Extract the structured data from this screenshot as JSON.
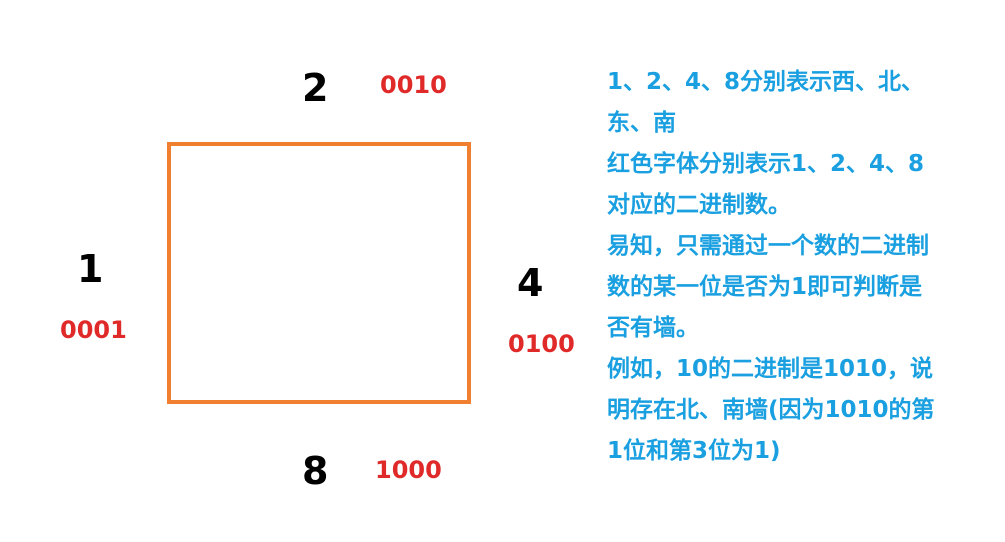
{
  "colors": {
    "square_border": "#f08030",
    "binary_text": "#e02a2a",
    "explanation_text": "#1aa0e0",
    "direction_number": "#000000"
  },
  "directions": {
    "west": {
      "number": "1",
      "binary": "0001"
    },
    "north": {
      "number": "2",
      "binary": "0010"
    },
    "east": {
      "number": "4",
      "binary": "0100"
    },
    "south": {
      "number": "8",
      "binary": "1000"
    }
  },
  "explanation_lines": [
    "1、2、4、8分别表示西、北、",
    "东、南",
    "红色字体分别表示1、2、4、8",
    "对应的二进制数。",
    "易知，只需通过一个数的二进制",
    "数的某一位是否为1即可判断是",
    "否有墙。",
    "例如，10的二进制是1010，说",
    "明存在北、南墙(因为1010的第",
    "1位和第3位为1)"
  ]
}
